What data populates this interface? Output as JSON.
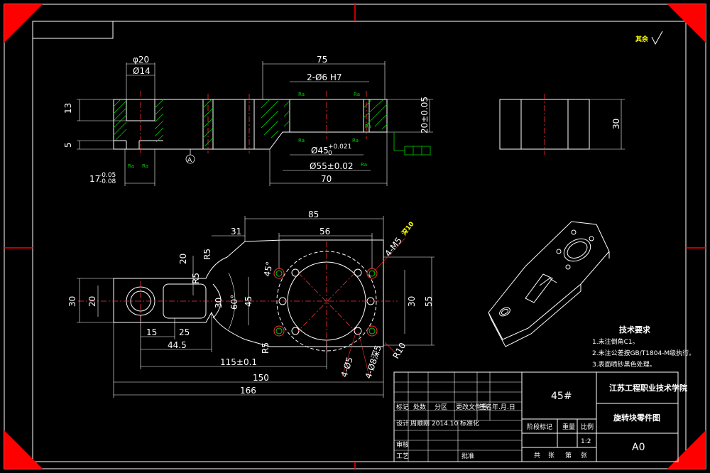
{
  "drawing": {
    "surface_note": "其余",
    "dims_front": {
      "d20": "φ20",
      "d14": "Ø14",
      "len75": "75",
      "holes": "2-Ø6  H7",
      "h13": "13",
      "h5": "5",
      "h20tol": "20±0.05",
      "d45": "Ø45",
      "d45tol": "+0.021",
      "d45tol2": "0",
      "d55": "Ø55±0.02",
      "len70": "70",
      "len17": "17",
      "len17tol_up": "-0.05",
      "len17tol_dn": "-0.08",
      "datum": "A"
    },
    "dims_side": {
      "h30": "30"
    },
    "dims_plan": {
      "len85": "85",
      "len31": "31",
      "len56": "56",
      "m5": "4-M5",
      "m5depth": "深10",
      "r5a": "R5",
      "w20": "20",
      "a45": "45°",
      "w30l": "30",
      "w20l": "20",
      "w30b": "30",
      "a60": "60°",
      "w45": "45",
      "w30r": "30",
      "h55": "55",
      "len15": "15",
      "len25": "25",
      "len44": "44.5",
      "r5b": "R5",
      "r10": "R10",
      "len115": "115±0.1",
      "len150": "150",
      "len166": "166",
      "d5": "4-Ø5",
      "d8": "4-Ø8深5"
    },
    "tech_req": {
      "title": "技术要求",
      "items": [
        "1.未注倒角C1。",
        "2.未注公差按GB/T1804-M级执行。",
        "3.表面喷砂黑色处理。"
      ]
    },
    "title_block": {
      "material": "45#",
      "school": "江苏工程职业技术学院",
      "part_name": "旋转块零件图",
      "sheet": "A0",
      "headers": [
        "标记",
        "处数",
        "分区",
        "更改文件号",
        "签名",
        "年.月.日"
      ],
      "row_design": [
        "设计",
        "周顺刚",
        "2014.10",
        "标准化"
      ],
      "stage_labels": [
        "阶段标记",
        "重量",
        "比例"
      ],
      "scale": "1:2",
      "review": "审核",
      "process": "工艺",
      "approve": "批准",
      "sheets": [
        "共",
        "张",
        "第",
        "张"
      ]
    }
  }
}
